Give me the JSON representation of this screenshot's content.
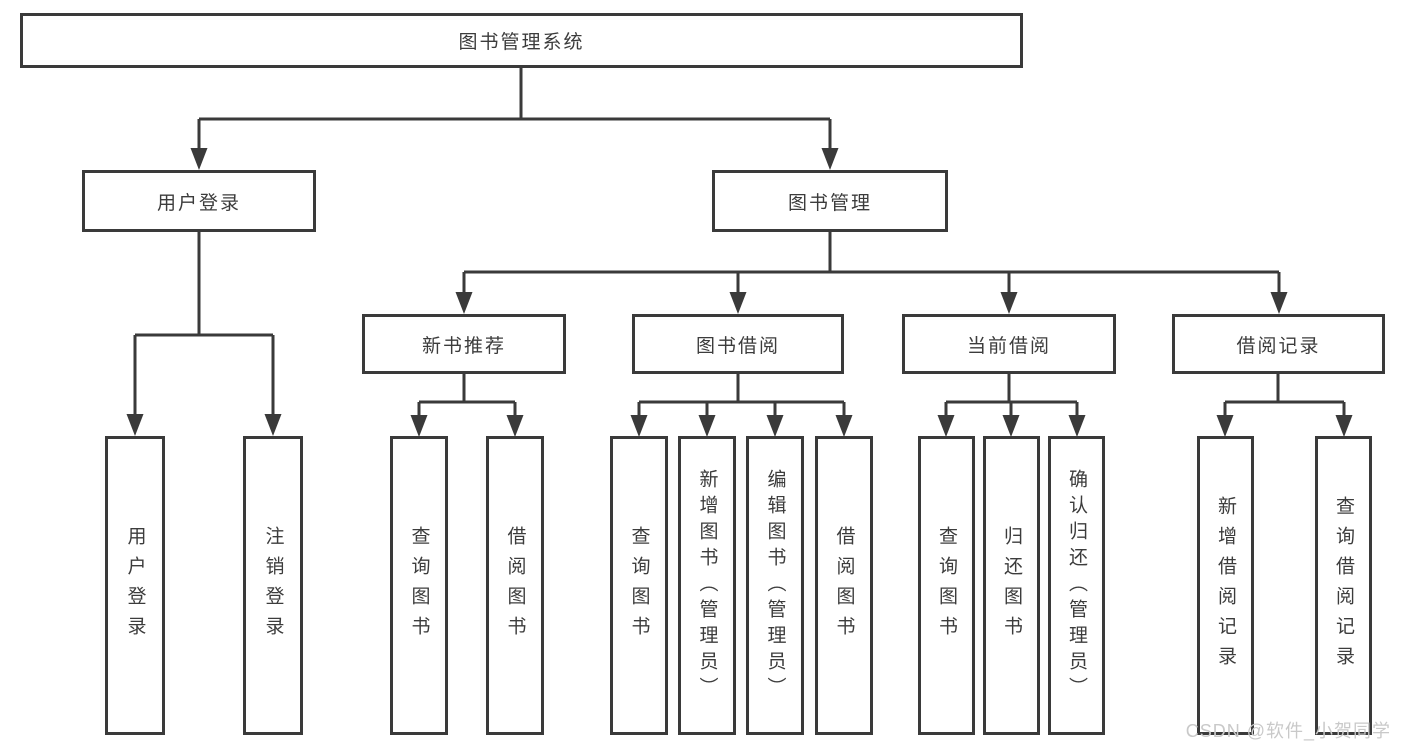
{
  "diagram": {
    "tree": {
      "label": "图书管理系统",
      "children": [
        {
          "label": "用户登录",
          "children": [
            {
              "label": "用户登录"
            },
            {
              "label": "注销登录"
            }
          ]
        },
        {
          "label": "图书管理",
          "children": [
            {
              "label": "新书推荐",
              "children": [
                {
                  "label": "查询图书"
                },
                {
                  "label": "借阅图书"
                }
              ]
            },
            {
              "label": "图书借阅",
              "children": [
                {
                  "label": "查询图书"
                },
                {
                  "label": "新增图书（管理员）"
                },
                {
                  "label": "编辑图书（管理员）"
                },
                {
                  "label": "借阅图书"
                }
              ]
            },
            {
              "label": "当前借阅",
              "children": [
                {
                  "label": "查询图书"
                },
                {
                  "label": "归还图书"
                },
                {
                  "label": "确认归还（管理员）"
                }
              ]
            },
            {
              "label": "借阅记录",
              "children": [
                {
                  "label": "新增借阅记录"
                },
                {
                  "label": "查询借阅记录"
                }
              ]
            }
          ]
        }
      ]
    },
    "colors": {
      "line": "#3a3a3a",
      "box_border": "#3a3a3a",
      "text": "#3c3c3c",
      "background": "#ffffff",
      "watermark": "#c9c9c9"
    }
  },
  "watermark": {
    "text": "CSDN @软件_小贺同学"
  }
}
